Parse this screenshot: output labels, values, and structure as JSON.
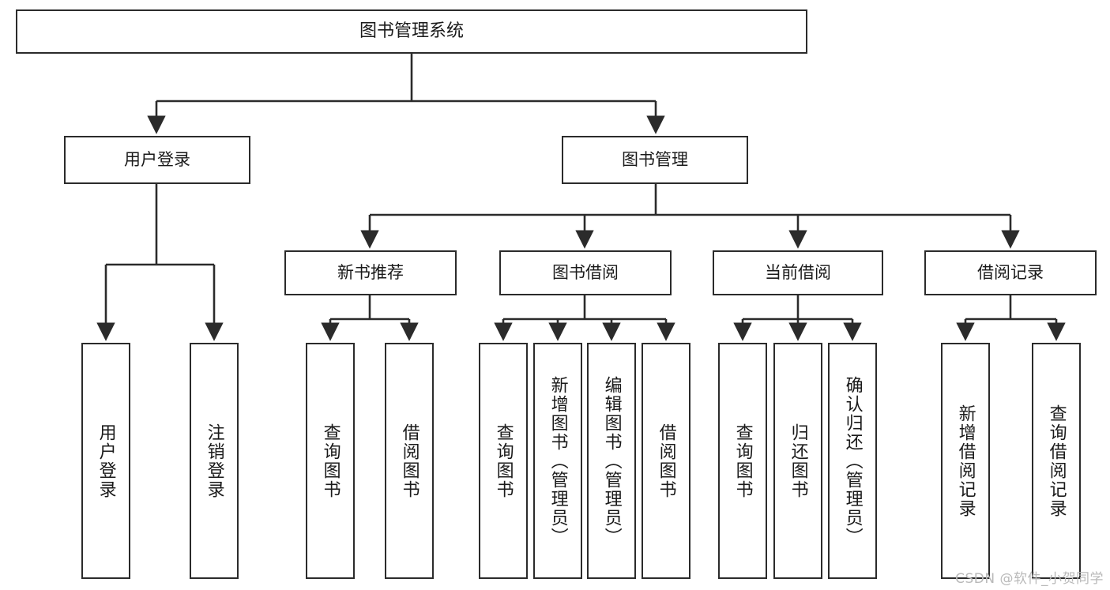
{
  "diagram": {
    "title": "图书管理系统",
    "type": "tree-hierarchy",
    "watermark": "CSDN @软件_小贺同学",
    "colors": {
      "box_border": "#2b2b2b",
      "box_fill": "#ffffff",
      "connector": "#2b2b2b",
      "text": "#1a1a1a",
      "watermark": "#b9b9b9",
      "background": "#ffffff"
    },
    "root": {
      "label": "图书管理系统"
    },
    "level2": [
      {
        "label": "用户登录"
      },
      {
        "label": "图书管理"
      }
    ],
    "level3": [
      {
        "label": "新书推荐"
      },
      {
        "label": "图书借阅"
      },
      {
        "label": "当前借阅"
      },
      {
        "label": "借阅记录"
      }
    ],
    "leaves_user_login": [
      {
        "label": "用户登录"
      },
      {
        "label": "注销登录"
      }
    ],
    "leaves_new_book": [
      {
        "label": "查询图书"
      },
      {
        "label": "借阅图书"
      }
    ],
    "leaves_borrow": [
      {
        "label": "查询图书"
      },
      {
        "label": "新增图书（管理员）"
      },
      {
        "label": "编辑图书（管理员）"
      },
      {
        "label": "借阅图书"
      }
    ],
    "leaves_current": [
      {
        "label": "查询图书"
      },
      {
        "label": "归还图书"
      },
      {
        "label": "确认归还（管理员）"
      }
    ],
    "leaves_records": [
      {
        "label": "新增借阅记录"
      },
      {
        "label": "查询借阅记录"
      }
    ]
  }
}
